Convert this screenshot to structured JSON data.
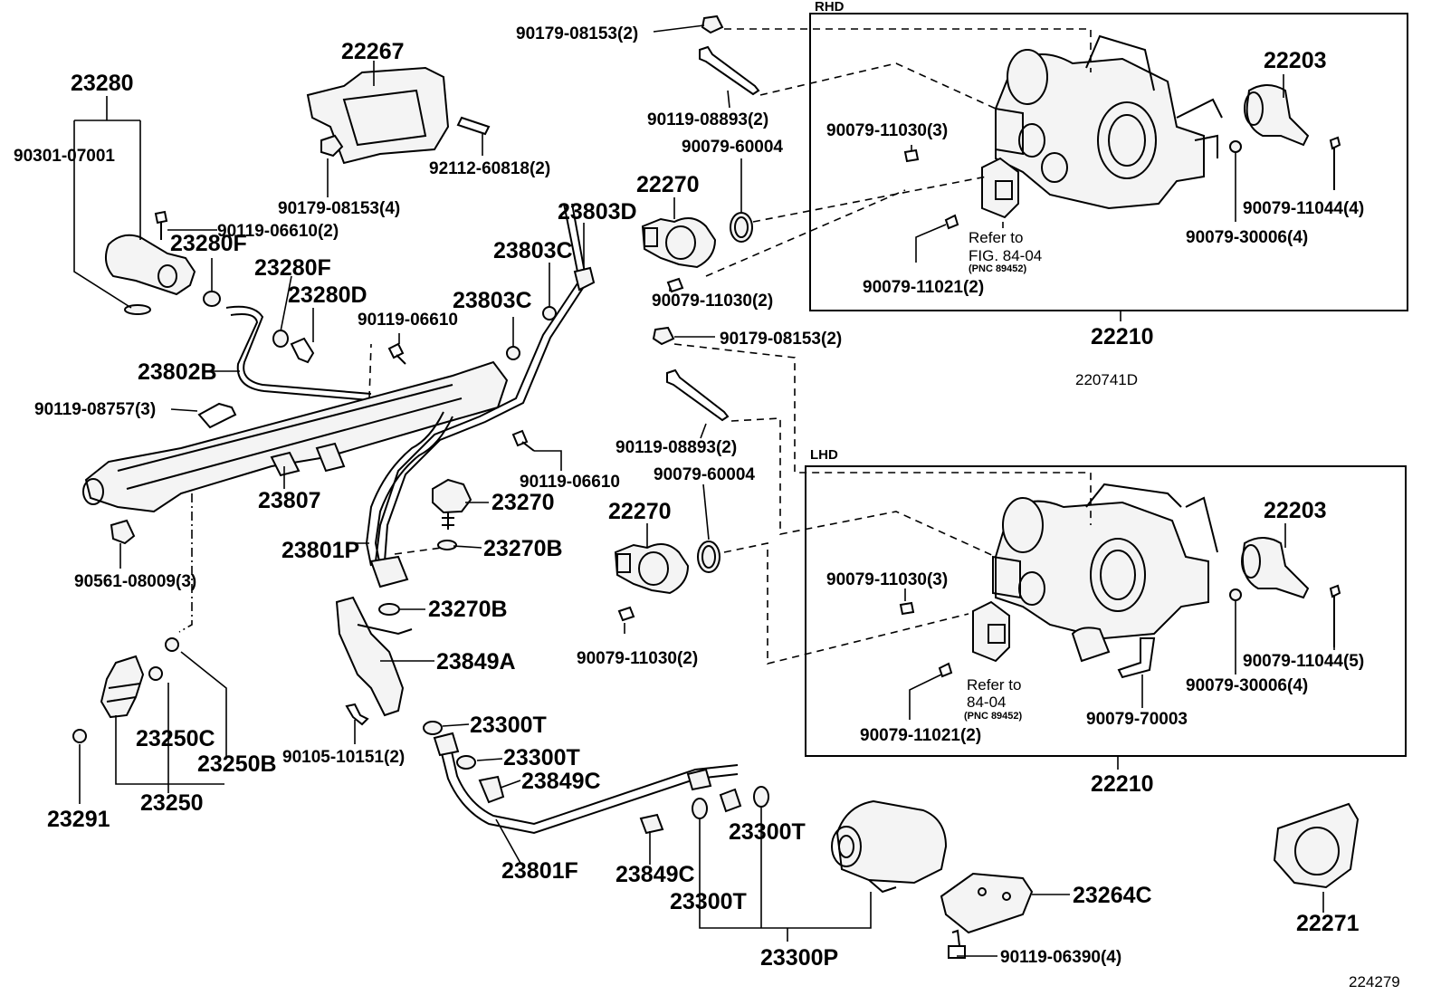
{
  "diagram": {
    "id_top": "220741D",
    "id_bottom": "224279",
    "rhd": {
      "section_label": "RHD",
      "assembly": "22210",
      "parts": {
        "bolt_top": "90179-08153(2)",
        "bolt_long": "90119-08893(2)",
        "o_ring": "90079-60004",
        "sensor": "22270",
        "screw_sensor": "90079-11030(2)",
        "screw_body": "90079-11030(3)",
        "isc_valve": "22203",
        "screw_isc": "90079-11044(4)",
        "gasket_isc": "90079-30006(4)",
        "screw_tps": "90079-11021(2)",
        "refer_line1": "Refer to",
        "refer_line2": "FIG. 84-04",
        "refer_pnc": "(PNC 89452)"
      }
    },
    "lhd": {
      "section_label": "LHD",
      "assembly": "22210",
      "parts": {
        "bolt_top": "90179-08153(2)",
        "bolt_long": "90119-08893(2)",
        "o_ring": "90079-60004",
        "sensor": "22270",
        "screw_sensor": "90079-11030(2)",
        "screw_body": "90079-11030(3)",
        "isc_valve": "22203",
        "screw_isc": "90079-11044(5)",
        "gasket_isc": "90079-30006(4)",
        "screw_tps": "90079-11021(2)",
        "hose": "90079-70003",
        "refer_line1": "Refer to",
        "refer_line2": "84-04",
        "refer_pnc": "(PNC 89452)"
      }
    },
    "left": {
      "pressure_regulator": "23280",
      "o_ring_reg": "90301-07001",
      "bolt_reg": "90119-06610(2)",
      "gasket_reg_a": "23280F",
      "gasket_reg_b": "23280F",
      "union_bolt": "23280D",
      "pipe_b": "23802B",
      "bolt_rail": "90119-08757(3)",
      "delivery_pipe": "23807",
      "insulator": "90561-08009(3)",
      "bracket": "22267",
      "nut_bracket": "90179-08153(4)",
      "stud": "92112-60818(2)",
      "union_d": "23803D",
      "gasket_c1": "23803C",
      "gasket_c2": "23803C",
      "bolt_pipe": "90119-06610",
      "bolt_pipe2": "90119-06610",
      "pulsation_damper": "23270",
      "gasket_damper_1": "23270B",
      "gasket_damper_2": "23270B",
      "fuel_pipe_p": "23801P",
      "clamp": "23849A",
      "bolt_clamp": "90105-10151(2)",
      "gasket_t1": "23300T",
      "gasket_t2": "23300T",
      "gasket_t3": "23300T",
      "gasket_t4": "23300T",
      "union_c1": "23849C",
      "union_c2": "23849C",
      "fuel_pipe_f": "23801F",
      "fuel_filter": "23300P",
      "filter_bracket": "23264C",
      "bolt_filter": "90119-06390(4)",
      "injector": "23250",
      "o_ring_c": "23250C",
      "o_ring_b": "23250B",
      "grommet": "23291",
      "gasket_tb": "22271"
    }
  }
}
